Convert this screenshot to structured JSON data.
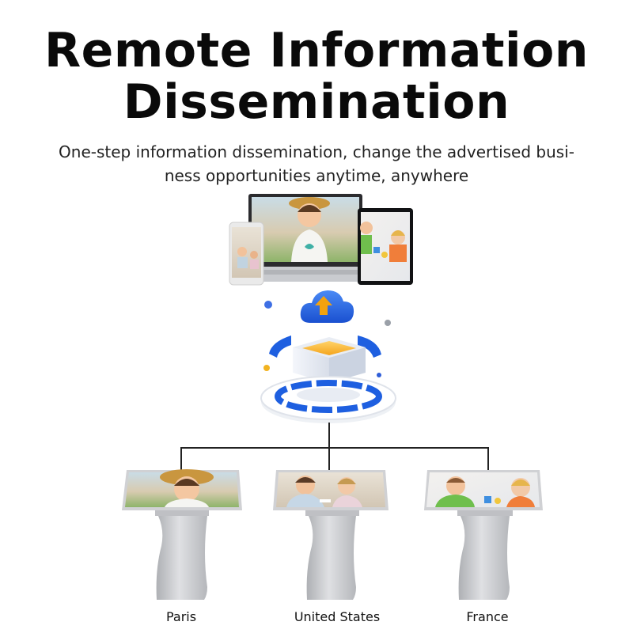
{
  "headline": {
    "line1": "Remote Information",
    "line2": "Dissemination"
  },
  "subtitle": {
    "line1": "One-step information dissemination, change the advertised busi-",
    "line2": "ness opportunities anytime, anywhere"
  },
  "icons": {
    "upload": "cloud-upload-icon",
    "server": "cloud-server-icon"
  },
  "kiosks": [
    {
      "label": "Paris"
    },
    {
      "label": "United States"
    },
    {
      "label": "France"
    }
  ],
  "colors": {
    "accent_blue": "#1e5fe0",
    "arrow_orange": "#f2a20f",
    "kiosk_silver": "#c9c9cd"
  }
}
